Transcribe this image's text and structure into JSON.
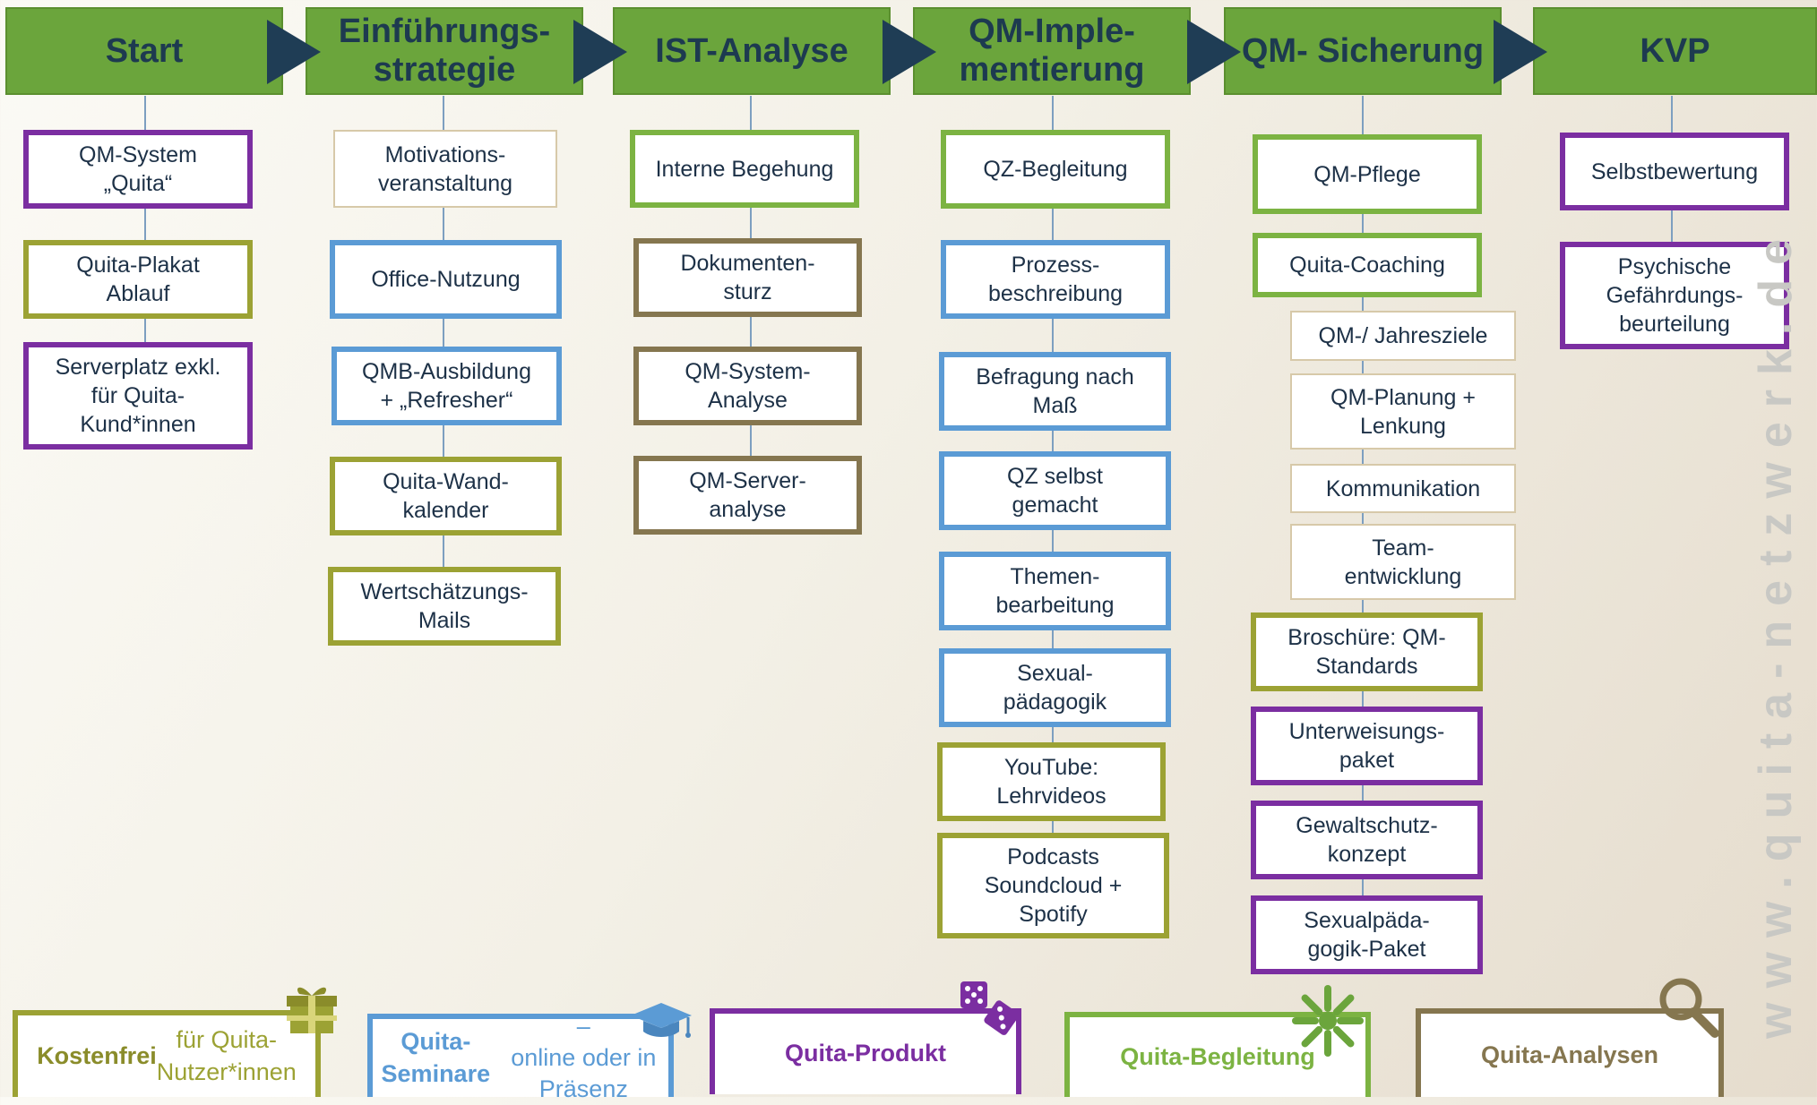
{
  "phases": [
    {
      "label": "Start"
    },
    {
      "label": "Einführungs-\nstrategie"
    },
    {
      "label": "IST-Analyse"
    },
    {
      "label": "QM-Imple-\nmentierung"
    },
    {
      "label": "QM- Sicherung"
    },
    {
      "label": "KVP"
    }
  ],
  "columns": [
    {
      "items": [
        {
          "text": "QM-System\n„Quita“",
          "style": "purple"
        },
        {
          "text": "Quita-Plakat\nAblauf",
          "style": "olive"
        },
        {
          "text": "Serverplatz exkl.\nfür Quita-\nKund*innen",
          "style": "purple"
        }
      ]
    },
    {
      "items": [
        {
          "text": "Motivations-\nveranstaltung",
          "style": "thin"
        },
        {
          "text": "Office-Nutzung",
          "style": "blue"
        },
        {
          "text": "QMB-Ausbildung\n+ „Refresher“",
          "style": "blue"
        },
        {
          "text": "Quita-Wand-\nkalender",
          "style": "olive"
        },
        {
          "text": "Wertschätzungs-\nMails",
          "style": "olive"
        }
      ]
    },
    {
      "items": [
        {
          "text": "Interne Begehung",
          "style": "green"
        },
        {
          "text": "Dokumenten-\nsturz",
          "style": "brown"
        },
        {
          "text": "QM-System-\nAnalyse",
          "style": "brown"
        },
        {
          "text": "QM-Server-\nanalyse",
          "style": "brown"
        }
      ]
    },
    {
      "items": [
        {
          "text": "QZ-Begleitung",
          "style": "green"
        },
        {
          "text": "Prozess-\nbeschreibung",
          "style": "blue"
        },
        {
          "text": "Befragung nach\nMaß",
          "style": "blue"
        },
        {
          "text": "QZ selbst\ngemacht",
          "style": "blue"
        },
        {
          "text": "Themen-\nbearbeitung",
          "style": "blue"
        },
        {
          "text": "Sexual-\npädagogik",
          "style": "blue"
        },
        {
          "text": "YouTube:\nLehrvideos",
          "style": "olive"
        },
        {
          "text": "Podcasts\nSoundcloud +\nSpotify",
          "style": "olive"
        }
      ]
    },
    {
      "items": [
        {
          "text": "QM-Pflege",
          "style": "green"
        },
        {
          "text": "Quita-Coaching",
          "style": "green"
        },
        {
          "text": "QM-/ Jahresziele",
          "style": "thin"
        },
        {
          "text": "QM-Planung +\nLenkung",
          "style": "thin"
        },
        {
          "text": "Kommunikation",
          "style": "thin"
        },
        {
          "text": "Team-\nentwicklung",
          "style": "thin"
        },
        {
          "text": "Broschüre: QM-\nStandards",
          "style": "olive"
        },
        {
          "text": "Unterweisungs-\npaket",
          "style": "purple"
        },
        {
          "text": "Gewaltschutz-\nkonzept",
          "style": "purple"
        },
        {
          "text": "Sexualpäda-\ngogik-Paket",
          "style": "purple"
        }
      ]
    },
    {
      "items": [
        {
          "text": "Selbstbewertung",
          "style": "purple"
        },
        {
          "text": "Psychische\nGefährdungs-\nbeurteilung",
          "style": "purple"
        }
      ]
    }
  ],
  "legend": [
    {
      "bold": "Kostenfrei",
      "rest": " für Quita-\nNutzer*innen",
      "color": "#9ca234",
      "boldColor": "#8a8c2a",
      "textColor": "#9ca234",
      "icon": "gift-icon"
    },
    {
      "bold": "Quita-Seminare",
      "rest": " –\nonline oder in Präsenz",
      "color": "#5b9bd5",
      "boldColor": "#5b9bd5",
      "textColor": "#5b9bd5",
      "icon": "graduation-cap-icon"
    },
    {
      "bold": "Quita-Produkt",
      "rest": "",
      "color": "#7b2ea1",
      "boldColor": "#7b2ea1",
      "textColor": "#7b2ea1",
      "icon": "dice-icon"
    },
    {
      "bold": "Quita-Begleitung",
      "rest": "",
      "color": "#7cb342",
      "boldColor": "#7cb342",
      "textColor": "#7cb342",
      "icon": "team-hands-icon"
    },
    {
      "bold": "Quita-Analysen",
      "rest": "",
      "color": "#85764f",
      "boldColor": "#85764f",
      "textColor": "#85764f",
      "icon": "magnifier-icon"
    }
  ],
  "watermark": "www.quita-netzwerk.de"
}
